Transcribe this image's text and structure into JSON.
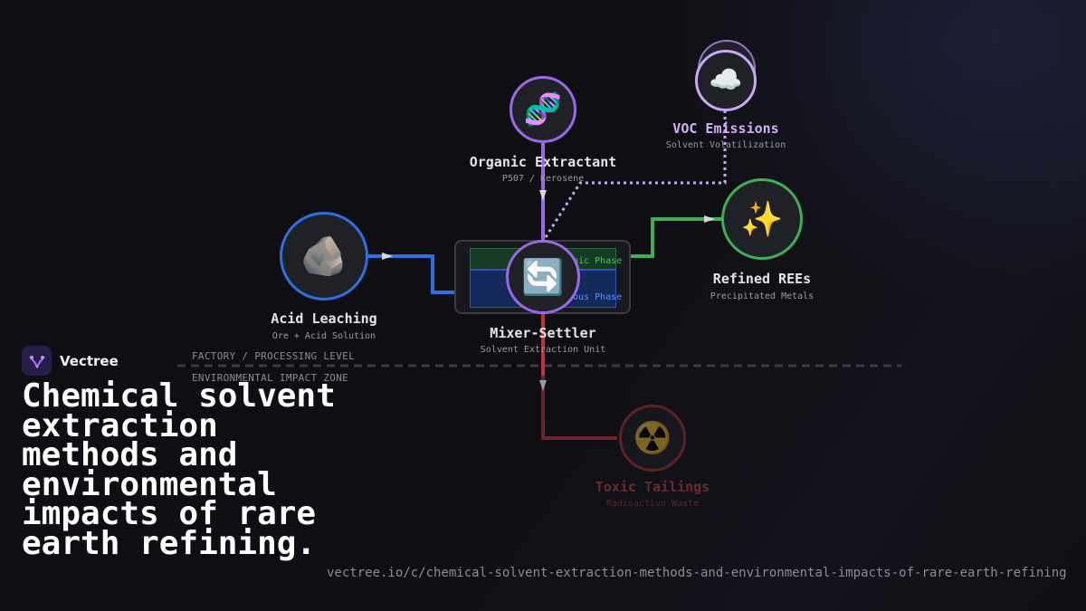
{
  "brand": {
    "name": "Vectree"
  },
  "headline": "Chemical solvent extraction methods and environmental impacts of rare earth refining.",
  "url": "vectree.io/c/chemical-solvent-extraction-methods-and-environmental-impacts-of-rare-earth-refining",
  "zones": {
    "factory": "FACTORY / PROCESSING LEVEL",
    "environment": "ENVIRONMENTAL IMPACT ZONE"
  },
  "nodes": {
    "acid_leaching": {
      "title": "Acid Leaching",
      "subtitle": "Ore + Acid Solution",
      "icon": "rock-icon",
      "glyph": "🪨",
      "color": "#2f6fe0"
    },
    "organic_extractant": {
      "title": "Organic Extractant",
      "subtitle": "P507 / Kerosene",
      "icon": "dna-icon",
      "glyph": "🧬",
      "color": "#9a6ae6"
    },
    "mixer_settler": {
      "title": "Mixer-Settler",
      "subtitle": "Solvent Extraction Unit",
      "icon": "cycle-arrows-icon",
      "glyph": "🔄",
      "color": "#9a6ae6"
    },
    "voc_emissions": {
      "title": "VOC Emissions",
      "subtitle": "Solvent Volatilization",
      "icon": "cloud-icon",
      "glyph": "☁️",
      "color": "#c9a7f2"
    },
    "refined_rees": {
      "title": "Refined REEs",
      "subtitle": "Precipitated Metals",
      "icon": "sparkles-icon",
      "glyph": "✨",
      "color": "#3fae55"
    },
    "toxic_tailings": {
      "title": "Toxic Tailings",
      "subtitle": "Radioactive Waste",
      "icon": "radioactive-icon",
      "glyph": "☢️",
      "color": "#b8363c"
    }
  },
  "phases": {
    "organic": "Organic Phase",
    "aqueous": "Aqueous Phase"
  },
  "colors": {
    "acid_flow": "#2f6fe0",
    "extractant_flow": "#9a6ae6",
    "product_flow": "#3fae55",
    "voc_flow": "#c9a7f2",
    "waste_flow": "#b8363c",
    "zone_divider": "#3a3b42"
  }
}
